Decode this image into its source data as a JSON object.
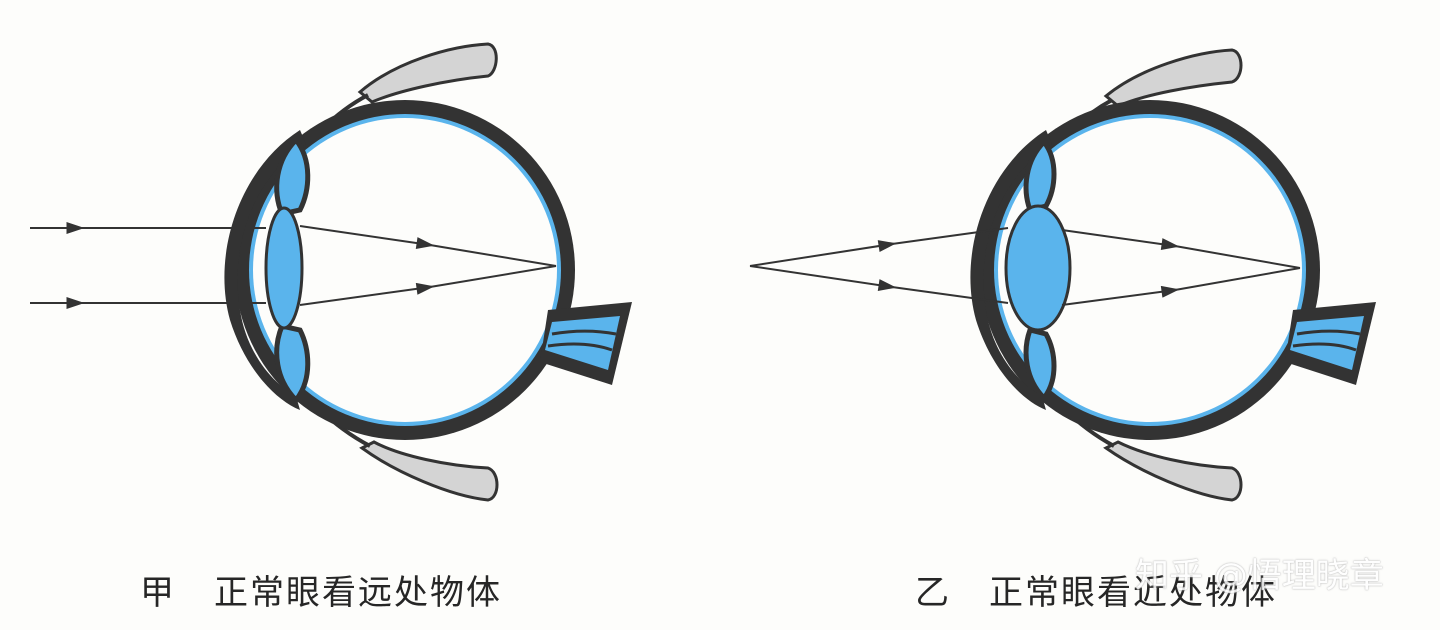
{
  "captions": {
    "left": {
      "tag": "甲",
      "text": "正常眼看远处物体"
    },
    "right": {
      "tag": "乙",
      "text": "正常眼看近处物体"
    }
  },
  "watermark": "知乎 @悟理晓章",
  "colors": {
    "sclera": "#3a3a3a",
    "fluid": "#5ab4ec",
    "lid": "#d4d4d4",
    "ray": "#333333",
    "background": "#fdfdfb"
  }
}
